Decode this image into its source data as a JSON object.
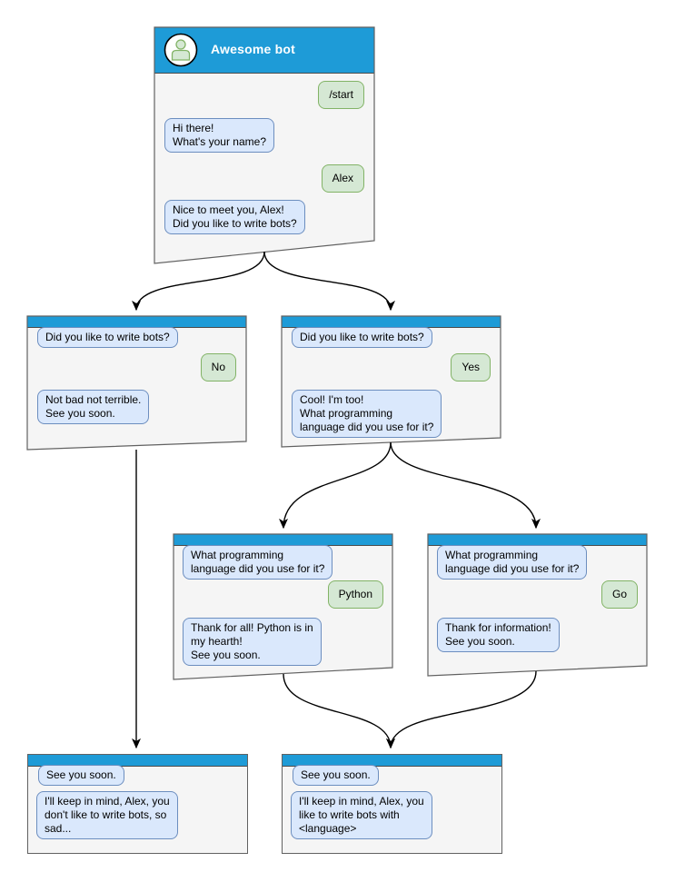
{
  "diagram": {
    "type": "flowchart",
    "colors": {
      "header_blue": "#1E9BD7",
      "window_fill": "#F5F5F5",
      "window_border": "#616161",
      "bot_bubble_fill": "#DAE8FC",
      "bot_bubble_border": "#6C8EBF",
      "user_bubble_fill": "#D5E8D4",
      "user_bubble_border": "#82B366",
      "connector": "#000000"
    },
    "windows": {
      "bot": {
        "title": "Awesome bot",
        "avatar": "user-icon",
        "messages": {
          "start": "/start",
          "hi": "Hi there!\nWhat's your name?",
          "alex": "Alex",
          "nice": "Nice to meet you, Alex!\nDid you like to write bots?"
        }
      },
      "no_branch": {
        "question": "Did you like to write bots?",
        "answer": "No",
        "reply": "Not bad not terrible.\nSee you soon."
      },
      "yes_branch": {
        "question": "Did you like to write bots?",
        "answer": "Yes",
        "reply": "Cool! I'm too!\nWhat programming\nlanguage did you use for it?"
      },
      "python_branch": {
        "question": "What programming\nlanguage did you use for it?",
        "answer": "Python",
        "reply": "Thank for all! Python is in\nmy hearth!\nSee you soon."
      },
      "go_branch": {
        "question": "What programming\nlanguage did you use for it?",
        "answer": "Go",
        "reply": "Thank for information!\nSee you soon."
      },
      "end_no": {
        "line1": "See you soon.",
        "line2": "I'll keep in mind, Alex, you\ndon't like to write bots, so\nsad..."
      },
      "end_yes": {
        "line1": "See you soon.",
        "line2": "I'll keep in mind, Alex, you\nlike to write bots with\n<language>"
      }
    }
  }
}
